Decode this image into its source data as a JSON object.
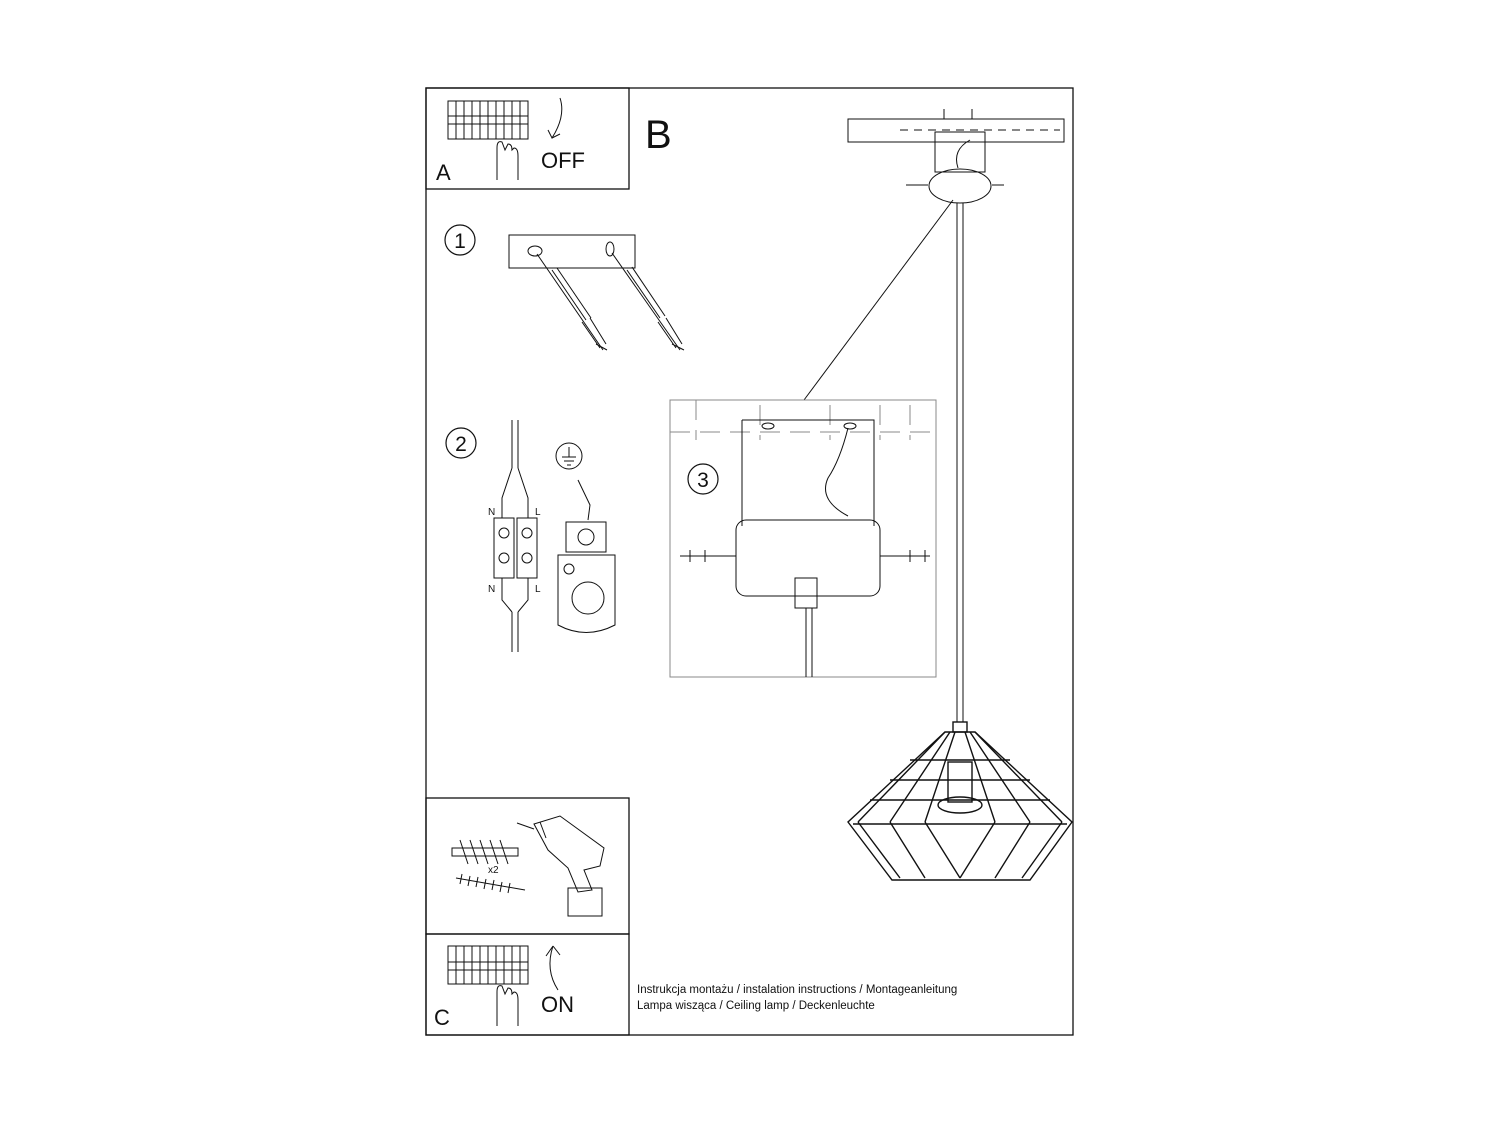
{
  "panels": {
    "A": {
      "letter": "A",
      "action": "OFF"
    },
    "B": {
      "letter": "B"
    },
    "C": {
      "letter": "C",
      "action": "ON"
    }
  },
  "steps": {
    "s1": "1",
    "s2": "2",
    "s3": "3"
  },
  "wiring": {
    "n_top": "N",
    "l_top": "L",
    "n_bottom": "N",
    "l_bottom": "L"
  },
  "tools": {
    "quantity": "x2"
  },
  "caption": {
    "line1": "Instrukcja montażu / instalation instructions / Montageanleitung",
    "line2": "Lampa wisząca / Ceiling lamp  / Deckenleuchte"
  },
  "colors": {
    "line": "#111111",
    "background": "#ffffff"
  }
}
